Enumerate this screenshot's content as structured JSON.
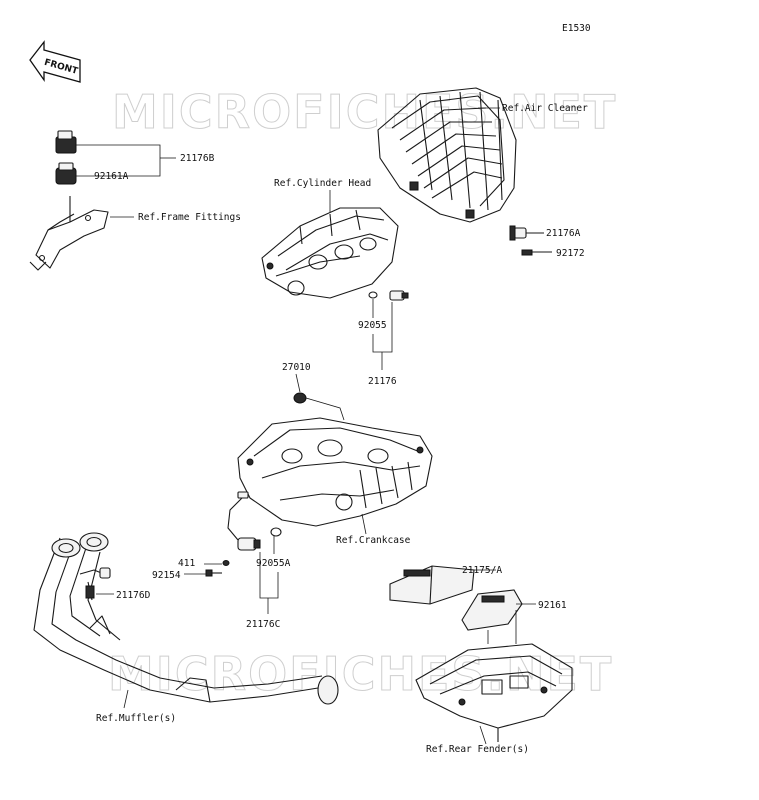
{
  "diagram_code": "E1530",
  "front_arrow_label": "FRONT",
  "watermark": "MICROFICHES.NET",
  "labels": {
    "p21176B": "21176B",
    "p92161A": "92161A",
    "ref_frame_fittings": "Ref.Frame Fittings",
    "ref_air_cleaner": "Ref.Air Cleaner",
    "ref_cylinder_head": "Ref.Cylinder Head",
    "p21176A": "21176A",
    "p92172": "92172",
    "p92055": "92055",
    "p21176": "21176",
    "p27010": "27010",
    "ref_crankcase": "Ref.Crankcase",
    "p411": "411",
    "p92154": "92154",
    "p92055A": "92055A",
    "p21176D": "21176D",
    "p21176C": "21176C",
    "p21175A": "21175/A",
    "p92161": "92161",
    "ref_mufflers": "Ref.Muffler(s)",
    "ref_rear_fenders": "Ref.Rear Fender(s)"
  }
}
